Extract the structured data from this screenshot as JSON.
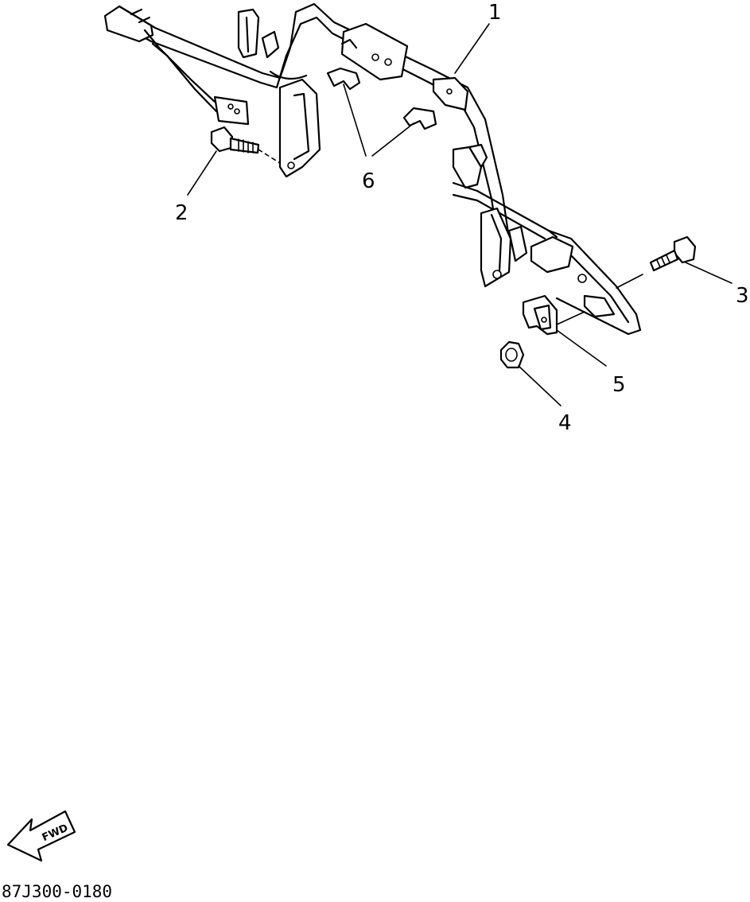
{
  "callouts": [
    {
      "id": "1",
      "label": "1"
    },
    {
      "id": "2",
      "label": "2"
    },
    {
      "id": "3",
      "label": "3"
    },
    {
      "id": "4",
      "label": "4"
    },
    {
      "id": "5",
      "label": "5"
    },
    {
      "id": "6",
      "label": "6"
    }
  ],
  "fwd_indicator": {
    "label": "FWD",
    "icon": "fwd-arrow-icon"
  },
  "drawing_code": "87J300-0180"
}
